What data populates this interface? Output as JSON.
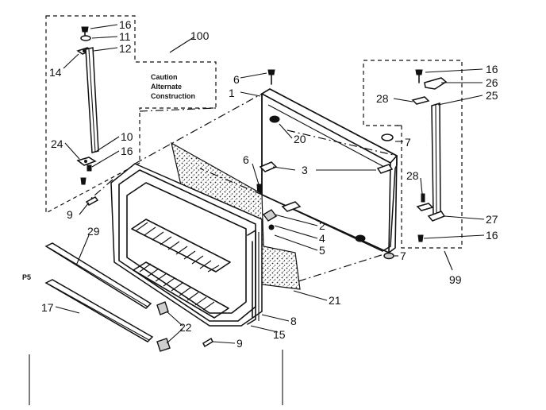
{
  "callouts": {
    "c1": "1",
    "c2": "2",
    "c3": "3",
    "c4": "4",
    "c5": "5",
    "c6a": "6",
    "c6b": "6",
    "c7a": "7",
    "c7b": "7",
    "c8": "8",
    "c9a": "9",
    "c9b": "9",
    "c10": "10",
    "c11": "11",
    "c12": "12",
    "c14": "14",
    "c15": "15",
    "c16a": "16",
    "c16b": "16",
    "c16c": "16",
    "c16d": "16",
    "c17": "17",
    "c20": "20",
    "c21": "21",
    "c22": "22",
    "c24": "24",
    "c25": "25",
    "c26": "26",
    "c27": "27",
    "c28a": "28",
    "c28b": "28",
    "c29": "29",
    "c99": "99",
    "c100": "100"
  },
  "note": {
    "line1": "Caution",
    "line2": "Alternate",
    "line3": "Construction"
  },
  "edge_mark": "P5"
}
